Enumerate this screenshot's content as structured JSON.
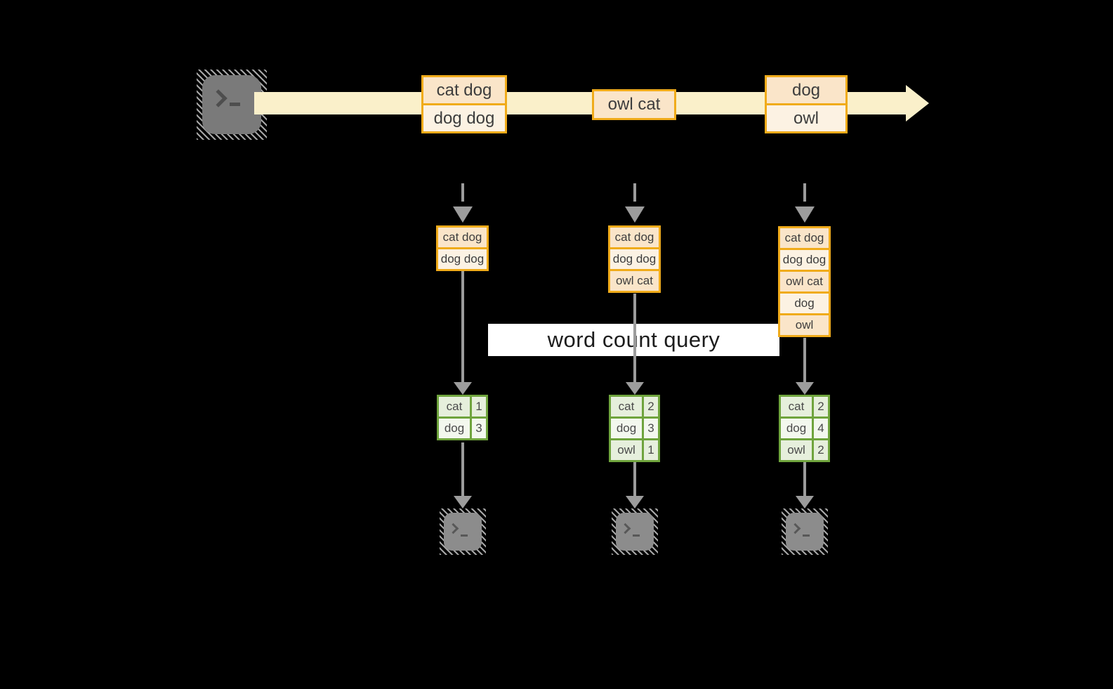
{
  "banner": {
    "label": "word count query"
  },
  "stream": {
    "events": [
      {
        "cells": [
          "cat dog",
          "dog dog"
        ]
      },
      {
        "cells": [
          "owl cat"
        ]
      },
      {
        "cells": [
          "dog",
          "owl"
        ]
      }
    ]
  },
  "batches": [
    {
      "records": [
        "cat dog",
        "dog dog"
      ]
    },
    {
      "records": [
        "cat dog",
        "dog dog",
        "owl cat"
      ]
    },
    {
      "records": [
        "cat dog",
        "dog dog",
        "owl cat",
        "dog",
        "owl"
      ]
    }
  ],
  "counts": [
    {
      "rows": [
        {
          "word": "cat",
          "count": "1"
        },
        {
          "word": "dog",
          "count": "3"
        }
      ]
    },
    {
      "rows": [
        {
          "word": "cat",
          "count": "2"
        },
        {
          "word": "dog",
          "count": "3"
        },
        {
          "word": "owl",
          "count": "1"
        }
      ]
    },
    {
      "rows": [
        {
          "word": "cat",
          "count": "2"
        },
        {
          "word": "dog",
          "count": "4"
        },
        {
          "word": "owl",
          "count": "2"
        }
      ]
    }
  ],
  "colors": {
    "background": "#000000",
    "stream_arrow": "#FAF0CA",
    "event_border": "#F0AB1A",
    "event_fill_dark": "#FAE5C9",
    "event_fill_light": "#FCF2E3",
    "table_border": "#6FA43D",
    "table_fill_dark": "#E6EFDC",
    "table_fill_light": "#F3F8EE",
    "connector_gray": "#9C9C9C",
    "banner_bg": "#FFFFFF"
  },
  "icons": {
    "terminal": "terminal-prompt"
  }
}
